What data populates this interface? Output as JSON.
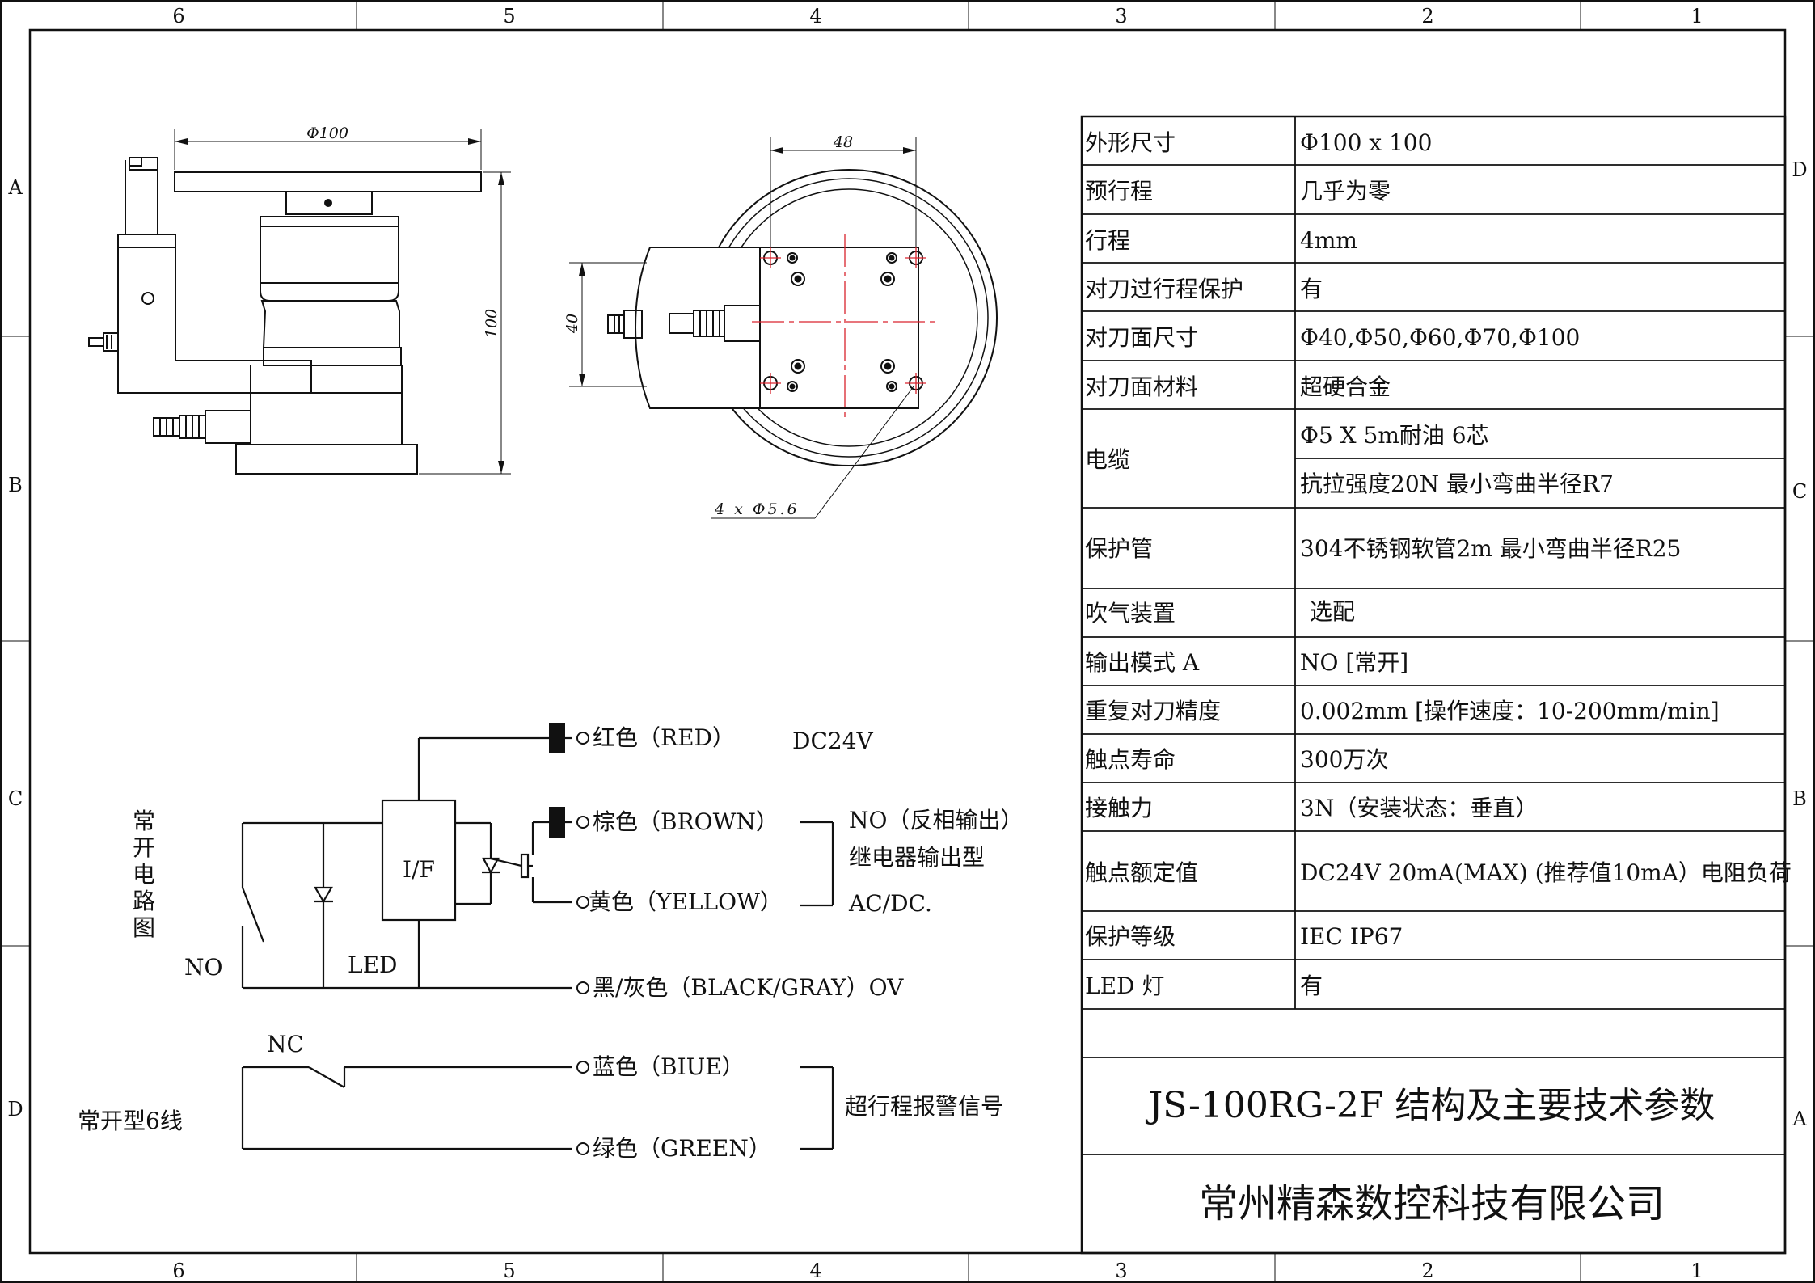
{
  "frame": {
    "columns_top": [
      "6",
      "5",
      "4",
      "3",
      "2",
      "1"
    ],
    "columns_bottom": [
      "6",
      "5",
      "4",
      "3",
      "2",
      "1"
    ],
    "rows_left": [
      "A",
      "B",
      "C",
      "D"
    ],
    "rows_right": [
      "D",
      "C",
      "B",
      "A"
    ]
  },
  "side_view": {
    "dim_diameter": "Φ100",
    "dim_height": "100"
  },
  "top_view": {
    "dim_width": "48",
    "dim_height": "40",
    "hole_callout": "4 x Φ5.6"
  },
  "spec_table": {
    "rows": [
      {
        "label": "外形尺寸",
        "value": "Φ100 x 100"
      },
      {
        "label": "预行程",
        "value": "几乎为零"
      },
      {
        "label": "行程",
        "value": "4mm"
      },
      {
        "label": "对刀过行程保护",
        "value": "有"
      },
      {
        "label": "对刀面尺寸",
        "value": "Φ40,Φ50,Φ60,Φ70,Φ100"
      },
      {
        "label": "对刀面材料",
        "value": "超硬合金"
      },
      {
        "label": "电缆",
        "value": "Φ5 X 5m耐油 6芯",
        "value2": "抗拉强度20N 最小弯曲半径R7"
      },
      {
        "label": "保护管",
        "value": "304不锈钢软管2m 最小弯曲半径R25"
      },
      {
        "label": "吹气装置",
        "value": "选配"
      },
      {
        "label": "输出模式 A",
        "value": "NO [常开]"
      },
      {
        "label": "重复对刀精度",
        "value": "0.002mm [操作速度：10-200mm/min]"
      },
      {
        "label": "触点寿命",
        "value": "300万次"
      },
      {
        "label": "接触力",
        "value": "3N（安装状态：垂直）"
      },
      {
        "label": "触点额定值",
        "value": "DC24V 20mA(MAX) (推荐值10mA）电阻负荷"
      },
      {
        "label": "保护等级",
        "value": "IEC IP67"
      },
      {
        "label": "LED 灯",
        "value": "有"
      }
    ],
    "title": "JS-100RG-2F 结构及主要技术参数",
    "company": "常州精森数控科技有限公司"
  },
  "circuit": {
    "vertical_title": [
      "常",
      "开",
      "电",
      "路",
      "图"
    ],
    "wire_red": "红色（RED）",
    "supply": "DC24V",
    "wire_brown": "棕色（BROWN）",
    "wire_yellow": "黄色（YELLOW）",
    "relay_line1": "NO（反相输出）",
    "relay_line2": "继电器输出型",
    "relay_line3": "AC/DC.",
    "if_label": "I/F",
    "no_label": "NO",
    "led_label": "LED",
    "wire_black": "黑/灰色（BLACK/GRAY）OV",
    "nc_label": "NC",
    "wire_blue": "蓝色（BIUE）",
    "wire_green": "绿色（GREEN）",
    "alarm_label": "超行程报警信号",
    "type_label": "常开型6线"
  }
}
